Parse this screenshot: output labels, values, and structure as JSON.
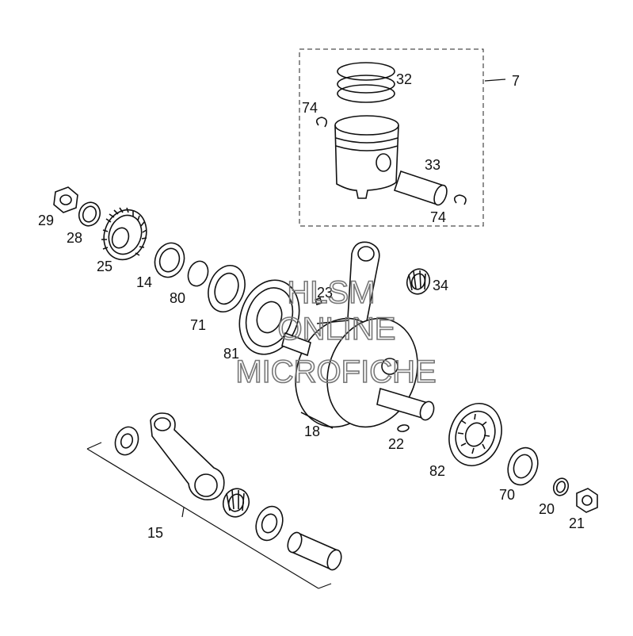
{
  "watermark": {
    "line1": "HLSM",
    "line2": "ONLINE",
    "line3": "MICROFICHE"
  },
  "callouts": {
    "c7": "7",
    "c32": "32",
    "c74a": "74",
    "c33": "33",
    "c74b": "74",
    "c29": "29",
    "c28": "28",
    "c25": "25",
    "c14": "14",
    "c80": "80",
    "c71": "71",
    "c81": "81",
    "c23": "23",
    "c34": "34",
    "c18": "18",
    "c22": "22",
    "c82": "82",
    "c70": "70",
    "c20": "20",
    "c21": "21",
    "c15": "15"
  }
}
